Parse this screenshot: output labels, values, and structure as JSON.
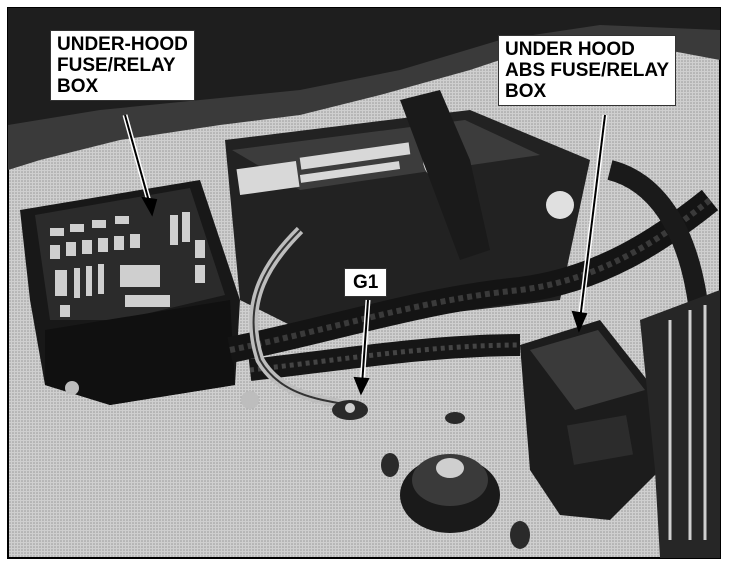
{
  "callouts": {
    "under_hood_box": {
      "lines": [
        "UNDER-HOOD",
        "FUSE/RELAY",
        "BOX"
      ]
    },
    "under_hood_abs_box": {
      "lines": [
        "UNDER HOOD",
        "ABS FUSE/RELAY",
        "BOX"
      ]
    },
    "ground": {
      "label": "G1"
    }
  },
  "colors": {
    "background": "#d0d0d0",
    "dark": "#1a1a1a",
    "label_bg": "#ffffff"
  }
}
